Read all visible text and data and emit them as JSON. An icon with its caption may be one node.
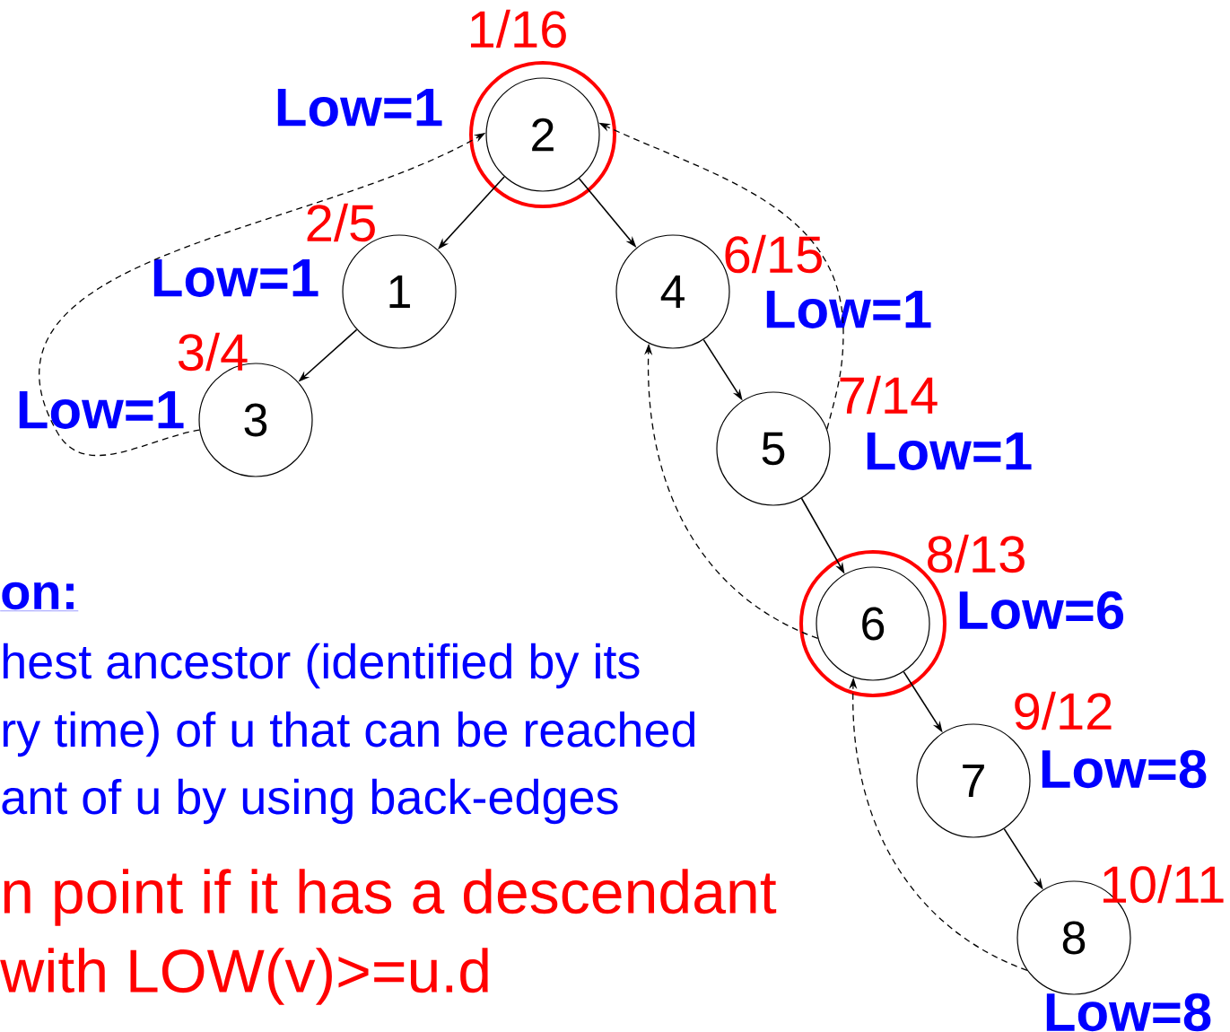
{
  "diagram": {
    "nodes": [
      {
        "text": [
          "2"
        ],
        "beside": [
          "1/16",
          "Low=1"
        ]
      },
      {
        "text": [
          "1"
        ],
        "beside": [
          "2/5",
          "Low=1"
        ]
      },
      {
        "text": [
          "3"
        ],
        "beside": [
          "3/4",
          "Low=1"
        ]
      },
      {
        "text": [
          "4"
        ],
        "beside": [
          "6/15",
          "Low=1"
        ]
      },
      {
        "text": [
          "5"
        ],
        "beside": [
          "7/14",
          "Low=1"
        ]
      },
      {
        "text": [
          "6"
        ],
        "beside": [
          "8/13",
          "Low=6"
        ]
      },
      {
        "text": [
          "7"
        ],
        "beside": [
          "9/12",
          "Low=8"
        ]
      },
      {
        "text": [
          "8"
        ],
        "beside": [
          "10/11",
          "Low=8"
        ]
      }
    ],
    "edges": [
      {
        "from": 0,
        "to": 1,
        "arrow": "to"
      },
      {
        "from": 1,
        "to": 2,
        "arrow": "to"
      },
      {
        "from": 0,
        "to": 3,
        "arrow": "to"
      },
      {
        "from": 3,
        "to": 4,
        "arrow": "to"
      },
      {
        "from": 4,
        "to": 5,
        "arrow": "to"
      },
      {
        "from": 5,
        "to": 6,
        "arrow": "to"
      },
      {
        "from": 6,
        "to": 7,
        "arrow": "to"
      },
      {
        "from": 2,
        "to": 0,
        "arrow": "to",
        "style": "dashed"
      },
      {
        "from": 4,
        "to": 0,
        "arrow": "to",
        "style": "dashed"
      },
      {
        "from": 5,
        "to": 3,
        "arrow": "to",
        "style": "dashed"
      },
      {
        "from": 7,
        "to": 5,
        "arrow": "to",
        "style": "dashed"
      }
    ],
    "labels": [
      "on:",
      "hest ancestor (identified by its",
      "ry time) of u that can be reached",
      "ant of u by using back-edges",
      "n point if it has a descendant",
      "with LOW(v)>=u.d"
    ]
  }
}
